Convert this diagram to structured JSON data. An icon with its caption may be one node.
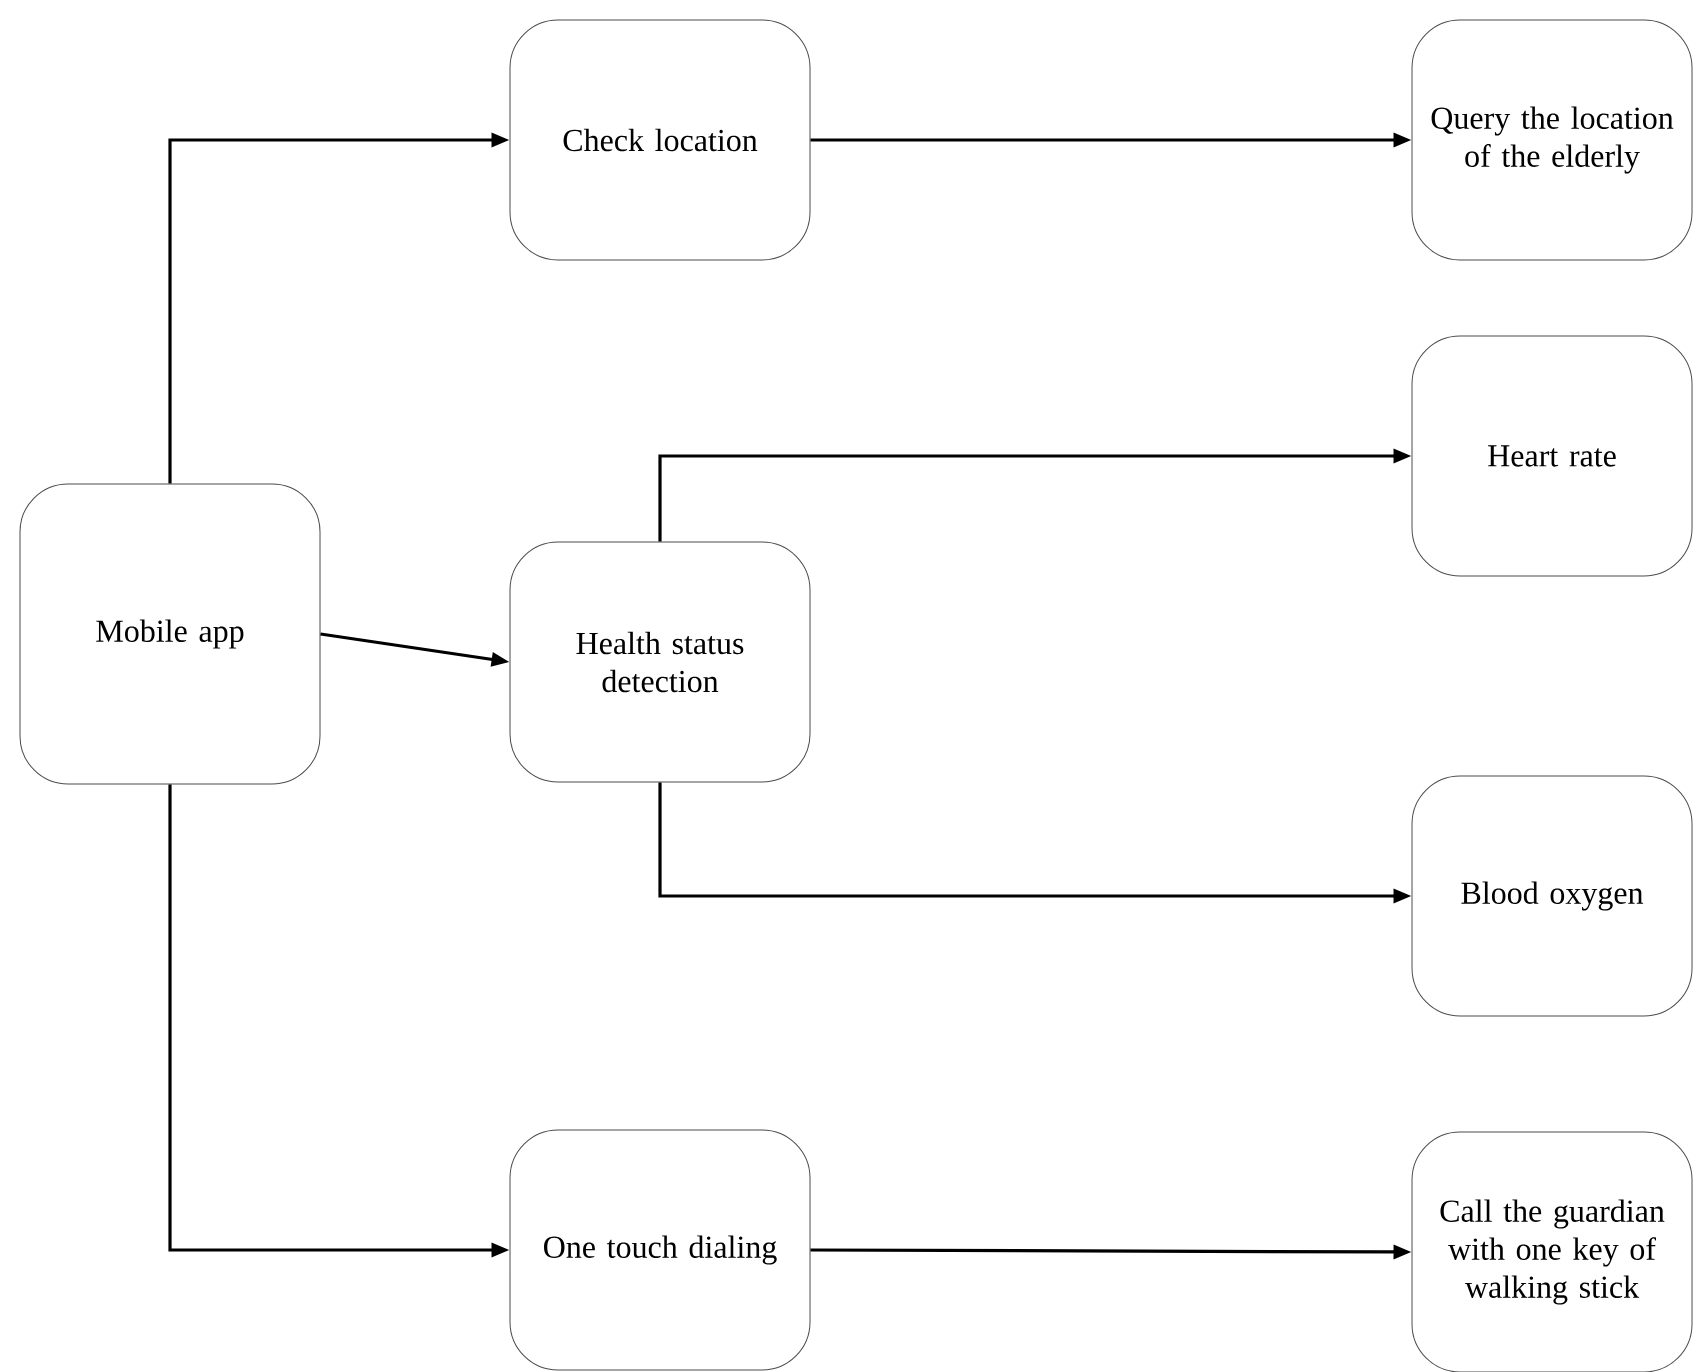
{
  "diagram": {
    "nodes": [
      {
        "text": [
          "Mobile app"
        ]
      },
      {
        "text": [
          "Check location"
        ]
      },
      {
        "text": [
          "Health status detection"
        ]
      },
      {
        "text": [
          "One touch dialing"
        ]
      },
      {
        "text": [
          "Query the location of the elderly"
        ]
      },
      {
        "text": [
          "Heart rate"
        ]
      },
      {
        "text": [
          "Blood oxygen"
        ]
      },
      {
        "text": [
          "Call the guardian with one key of walking stick"
        ]
      }
    ],
    "edges": [
      {
        "from": 0,
        "to": 1,
        "arrow": "to"
      },
      {
        "from": 0,
        "to": 2,
        "arrow": "to"
      },
      {
        "from": 0,
        "to": 3,
        "arrow": "to"
      },
      {
        "from": 1,
        "to": 4,
        "arrow": "to"
      },
      {
        "from": 2,
        "to": 5,
        "arrow": "to"
      },
      {
        "from": 2,
        "to": 6,
        "arrow": "to"
      },
      {
        "from": 3,
        "to": 7,
        "arrow": "to"
      }
    ]
  }
}
